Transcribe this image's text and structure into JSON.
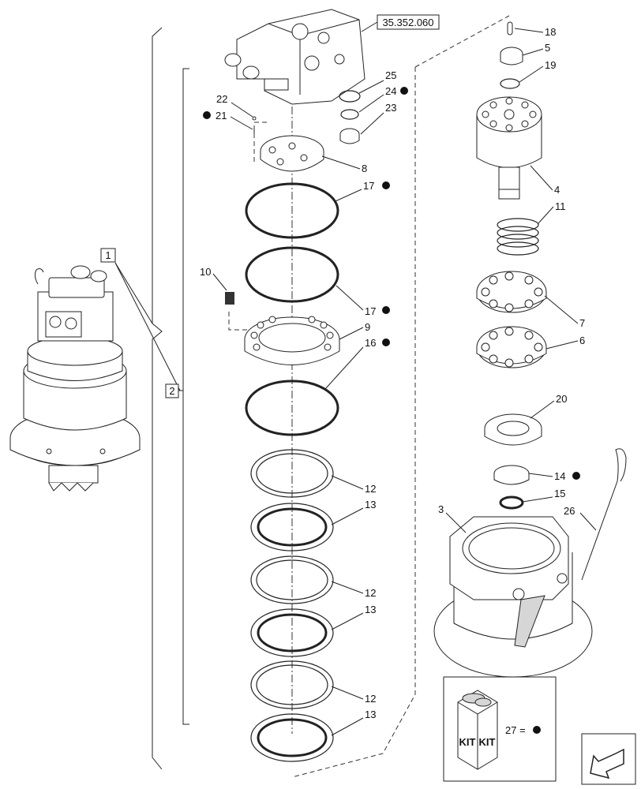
{
  "reference_box": "35.352.060",
  "callouts": {
    "c1": "1",
    "c2": "2",
    "c3": "3",
    "c4": "4",
    "c5": "5",
    "c6": "6",
    "c7": "7",
    "c8": "8",
    "c9": "9",
    "c10": "10",
    "c11": "11",
    "c12a": "12",
    "c12b": "12",
    "c12c": "12",
    "c13a": "13",
    "c13b": "13",
    "c13c": "13",
    "c14": "14",
    "c15": "15",
    "c16": "16",
    "c17a": "17",
    "c17b": "17",
    "c18": "18",
    "c19": "19",
    "c20": "20",
    "c21": "21",
    "c22": "22",
    "c23": "23",
    "c24": "24",
    "c25": "25",
    "c26": "26"
  },
  "kit": {
    "label_left": "KIT",
    "label_right": "KIT",
    "legend_text": "27 ="
  }
}
